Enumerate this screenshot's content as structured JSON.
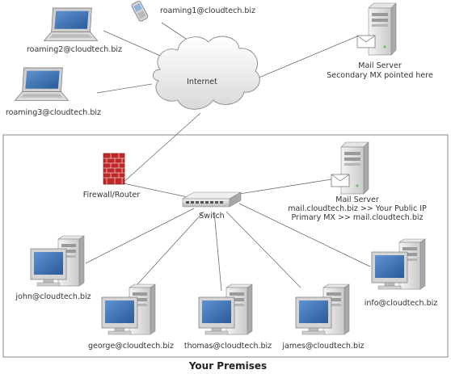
{
  "labels": {
    "roaming1": "roaming1@cloudtech.biz",
    "roaming2": "roaming2@cloudtech.biz",
    "roaming3": "roaming3@cloudtech.biz",
    "internet": "Internet",
    "remote_server_line1": "Mail Server",
    "remote_server_line2": "Secondary MX  pointed here",
    "firewall": "Firewall/Router",
    "switch": "Switch",
    "local_server_line1": "Mail Server",
    "local_server_line2": "mail.cloudtech.biz >> Your Public IP",
    "local_server_line3": "Primary MX >> mail.cloudtech.biz",
    "john": "john@cloudtech.biz",
    "george": "george@cloudtech.biz",
    "thomas": "thomas@cloudtech.biz",
    "james": "james@cloudtech.biz",
    "info": "info@cloudtech.biz",
    "premises": "Your Premises"
  },
  "icons": {
    "laptop": "laptop-icon",
    "phone": "mobile-phone-icon",
    "cloud": "cloud-icon",
    "server": "server-icon",
    "mail": "envelope-icon",
    "firewall": "brick-wall-icon",
    "switch": "network-switch-icon",
    "workstation": "desktop-computer-icon"
  },
  "colors": {
    "firewall": "#c0292a",
    "screen": "#3a6fb0",
    "line": "#6a6a6a"
  }
}
